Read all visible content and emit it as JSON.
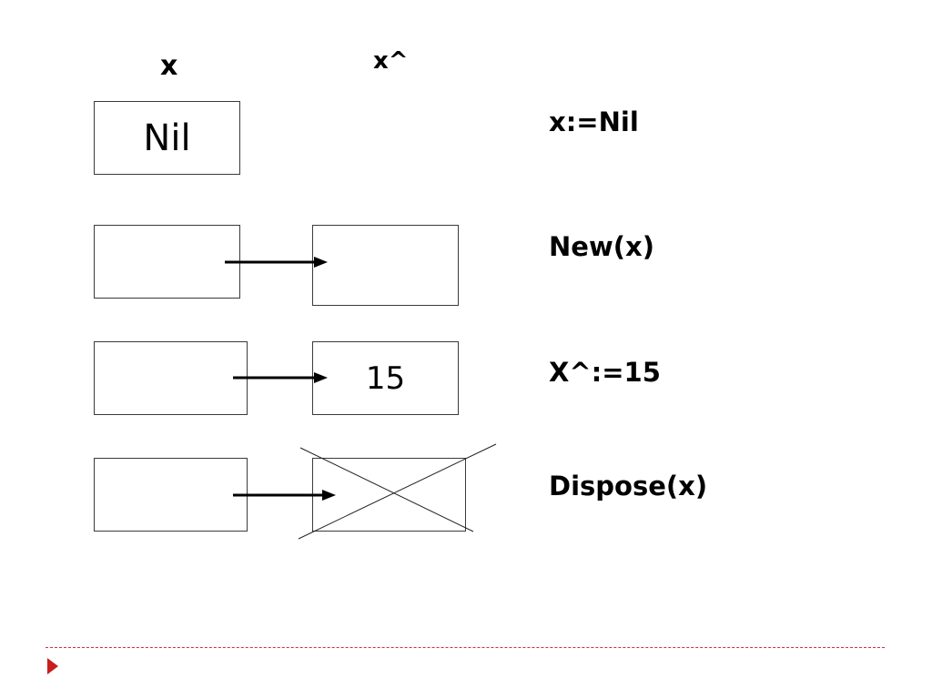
{
  "headers": {
    "pointer": "x",
    "target": "x^"
  },
  "rows": [
    {
      "pointer_value": "Nil",
      "target_value": "",
      "statement": "x:=Nil"
    },
    {
      "pointer_value": "",
      "target_value": "",
      "statement": "New(x)"
    },
    {
      "pointer_value": "",
      "target_value": "15",
      "statement": "X^:=15"
    },
    {
      "pointer_value": "",
      "target_value": "",
      "statement": "Dispose(x)"
    }
  ],
  "colors": {
    "box_border": "#3a3a3a",
    "arrow": "#000000",
    "footer_accent": "#c81e1e"
  }
}
